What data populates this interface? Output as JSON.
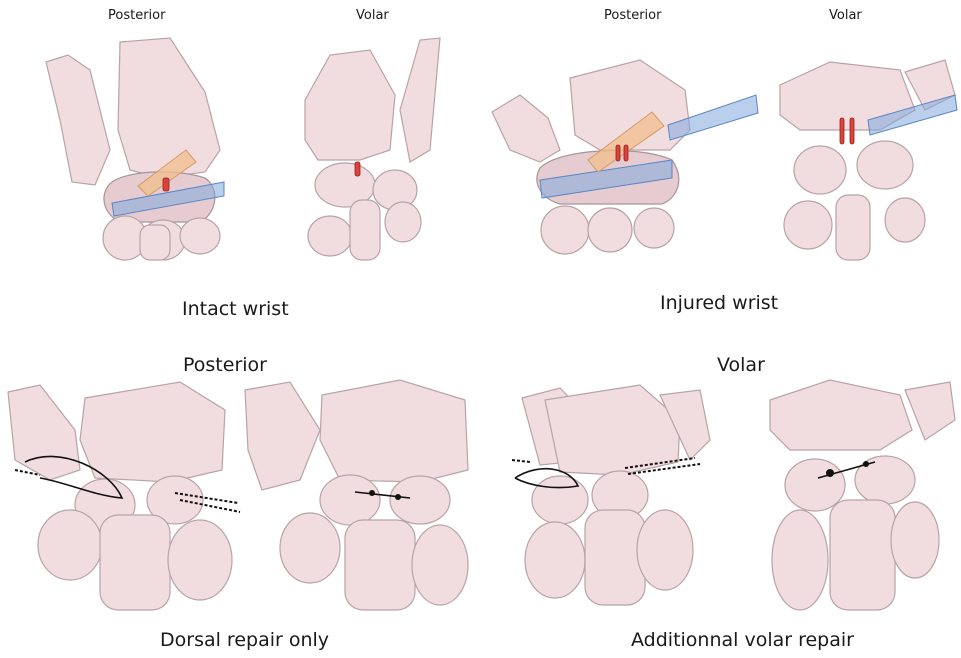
{
  "panels": {
    "top_left": {
      "title_posterior": "Posterior",
      "title_volar": "Volar",
      "caption": "Intact wrist"
    },
    "top_right": {
      "title_posterior": "Posterior",
      "title_volar": "Volar",
      "caption": "Injured wrist"
    },
    "bottom": {
      "title_posterior": "Posterior",
      "title_volar": "Volar",
      "caption_left": "Dorsal repair only",
      "caption_right": "Additionnal volar repair"
    }
  },
  "colors": {
    "bone": "#f1dcdf",
    "ligament": "#d9433d",
    "blue_instrument": "#7fa8dd",
    "orange_instrument": "#f2bf8e",
    "suture": "#111111"
  }
}
